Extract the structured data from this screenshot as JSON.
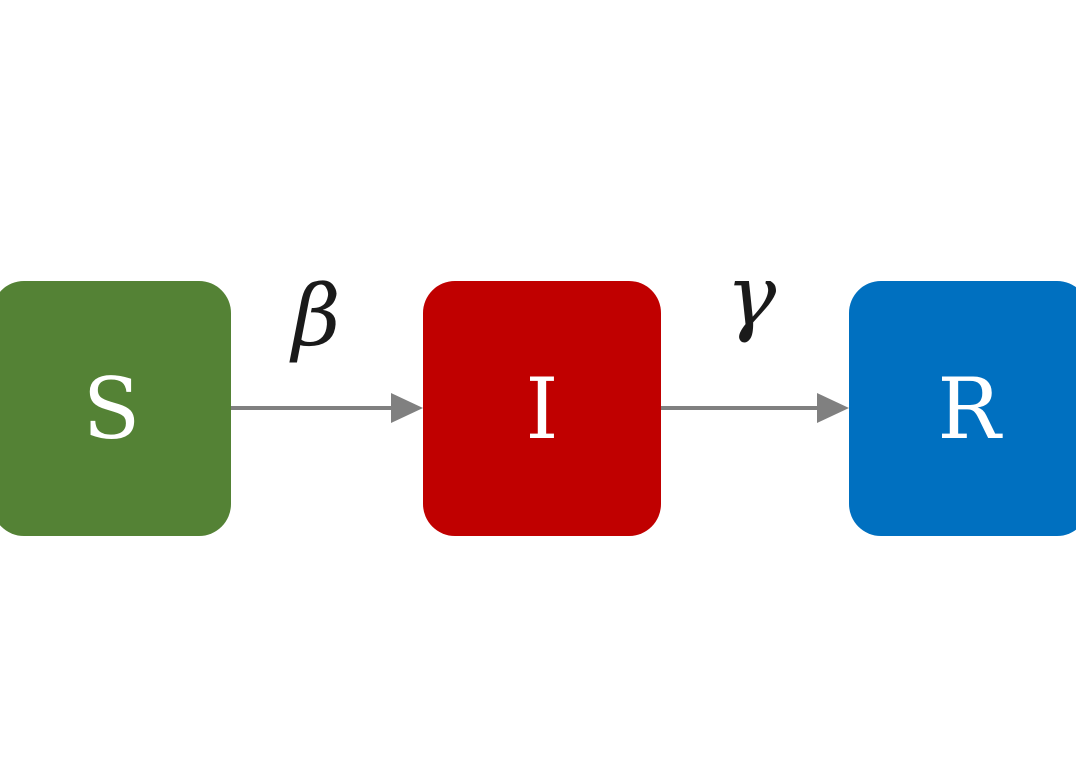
{
  "diagram": {
    "nodes": [
      {
        "id": "S",
        "label": "S",
        "color": "#548235"
      },
      {
        "id": "I",
        "label": "I",
        "color": "#c00000"
      },
      {
        "id": "R",
        "label": "R",
        "color": "#0070c0"
      }
    ],
    "edges": [
      {
        "from": "S",
        "to": "I",
        "label": "β"
      },
      {
        "from": "I",
        "to": "R",
        "label": "γ"
      }
    ],
    "arrow_color": "#808080"
  }
}
